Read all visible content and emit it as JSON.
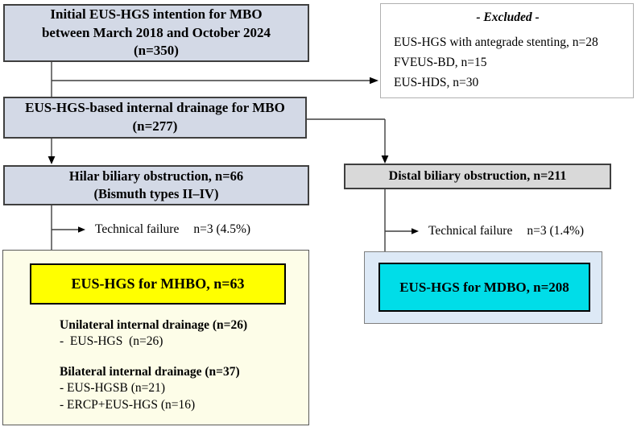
{
  "boxes": {
    "initial": {
      "text": "Initial EUS-HGS intention for MBO\nbetween March 2018 and October 2024\n(n=350)"
    },
    "excluded": {
      "title": "- Excluded -",
      "items": [
        "EUS-HGS with antegrade stenting, n=28",
        "FVEUS-BD, n=15",
        "EUS-HDS, n=30"
      ]
    },
    "drainage": {
      "text": "EUS-HGS-based internal drainage for MBO\n(n=277)"
    },
    "hilar": {
      "text": "Hilar biliary obstruction, n=66\n(Bismuth types II–IV)"
    },
    "distal": {
      "text": "Distal biliary obstruction, n=211"
    },
    "technical_failure_left": {
      "label": "Technical failure",
      "value": "n=3 (4.5%)"
    },
    "technical_failure_right": {
      "label": "Technical failure",
      "value": "n=3 (1.4%)"
    },
    "mhbo": {
      "title": "EUS-HGS for MHBO, n=63",
      "unilateral_title": "Unilateral internal drainage (n=26)",
      "unilateral_items": [
        "-  EUS-HGS  (n=26)"
      ],
      "bilateral_title": "Bilateral internal drainage (n=37)",
      "bilateral_items": [
        "- EUS-HGSB (n=21)",
        "- ERCP+EUS-HGS (n=16)"
      ]
    },
    "mdbo": {
      "title": "EUS-HGS for MDBO, n=208"
    }
  },
  "colors": {
    "box_blue_gray": "#d3d9e6",
    "box_gray": "#d9d9d9",
    "highlight_yellow": "#ffff00",
    "highlight_cyan": "#00dde8",
    "panel_pale_yellow": "#fdfde8",
    "panel_pale_blue": "#dde9f6",
    "line": "#3f3f3f"
  }
}
